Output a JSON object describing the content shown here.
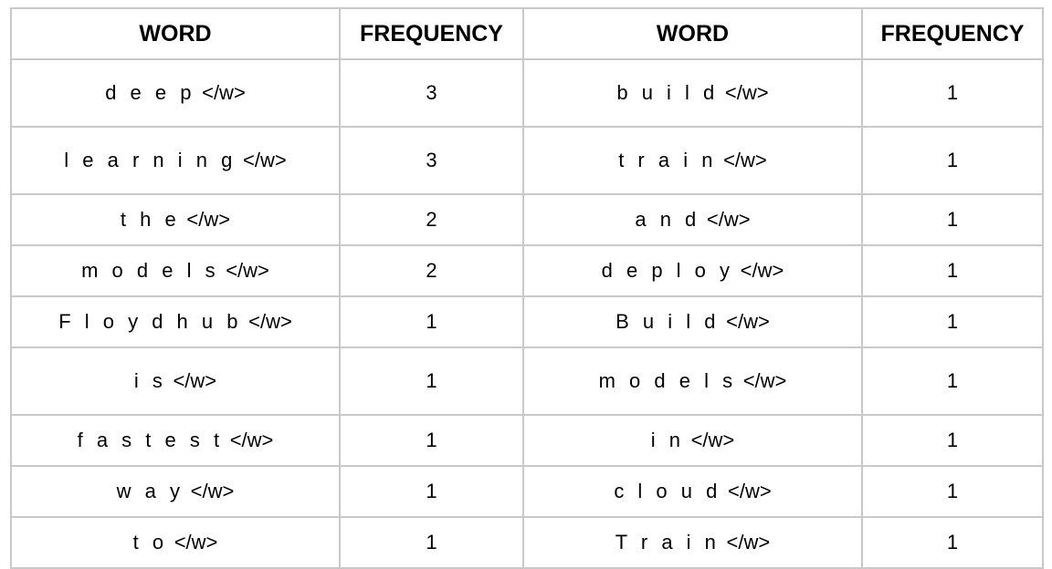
{
  "table": {
    "headers": [
      "WORD",
      "FREQUENCY",
      "WORD",
      "FREQUENCY"
    ],
    "suffix_token": "</w>",
    "rows": [
      {
        "height": "tall",
        "left_word": "d e e p",
        "left_freq": "3",
        "right_word": "b u i l d",
        "right_freq": "1"
      },
      {
        "height": "tall",
        "left_word": "l e a r n i n g",
        "left_freq": "3",
        "right_word": "t r a i n",
        "right_freq": "1"
      },
      {
        "height": "std",
        "left_word": "t h e",
        "left_freq": "2",
        "right_word": "a n d",
        "right_freq": "1"
      },
      {
        "height": "std",
        "left_word": "m o d e l s",
        "left_freq": "2",
        "right_word": "d e p l o y",
        "right_freq": "1"
      },
      {
        "height": "std",
        "left_word": "F l o y d h u b",
        "left_freq": "1",
        "right_word": "B u i l d",
        "right_freq": "1"
      },
      {
        "height": "tall",
        "left_word": "i s",
        "left_freq": "1",
        "right_word": "m o d e l s",
        "right_freq": "1"
      },
      {
        "height": "std",
        "left_word": "f a s t e s t",
        "left_freq": "1",
        "right_word": "i n",
        "right_freq": "1"
      },
      {
        "height": "std",
        "left_word": "w a y",
        "left_freq": "1",
        "right_word": "c l o u d",
        "right_freq": "1"
      },
      {
        "height": "std",
        "left_word": "t o",
        "left_freq": "1",
        "right_word": "T r a i n",
        "right_freq": "1"
      }
    ]
  },
  "style": {
    "border_color": "#c9c9c9",
    "text_color": "#000000",
    "background": "#ffffff"
  }
}
